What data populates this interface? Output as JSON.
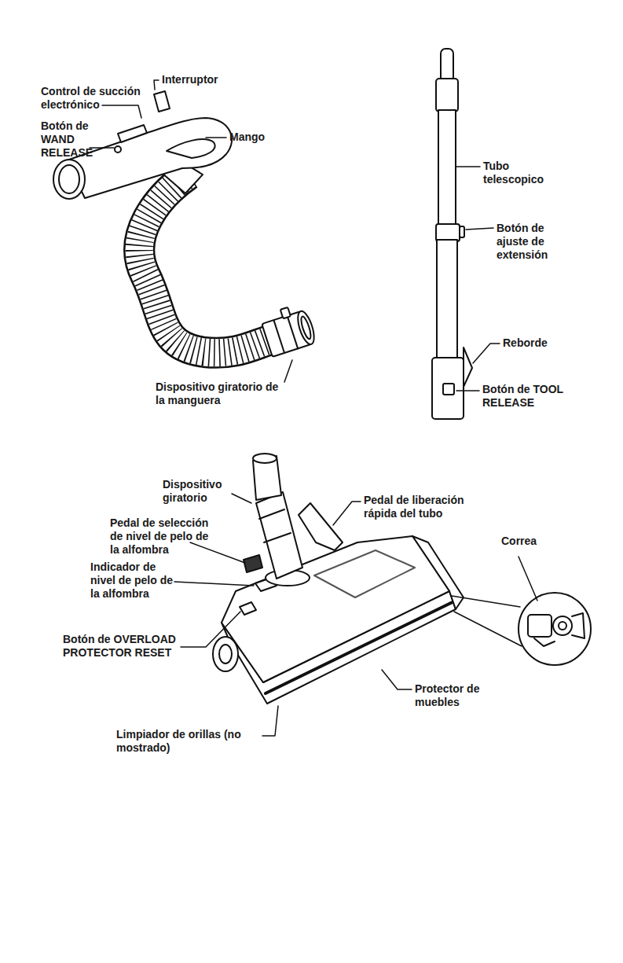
{
  "diagram": {
    "labels": [
      "Control de succión electrónico",
      "Interruptor",
      "Botón de WAND RELEASE",
      "Mango",
      "Dispositivo giratorio de la manguera",
      "Tubo telescopico",
      "Botón de ajuste de extensión",
      "Reborde",
      "Botón de TOOL RELEASE",
      "Dispositivo giratorio",
      "Pedal de liberación rápida del tubo",
      "Pedal de selección de nivel de pelo de la alfombra",
      "Correa",
      "Indicador de nivel de pelo de la alfombra",
      "Botón de OVERLOAD PROTECTOR RESET",
      "Protector de muebles",
      "Limpiador de orillas (no mostrado)"
    ]
  }
}
